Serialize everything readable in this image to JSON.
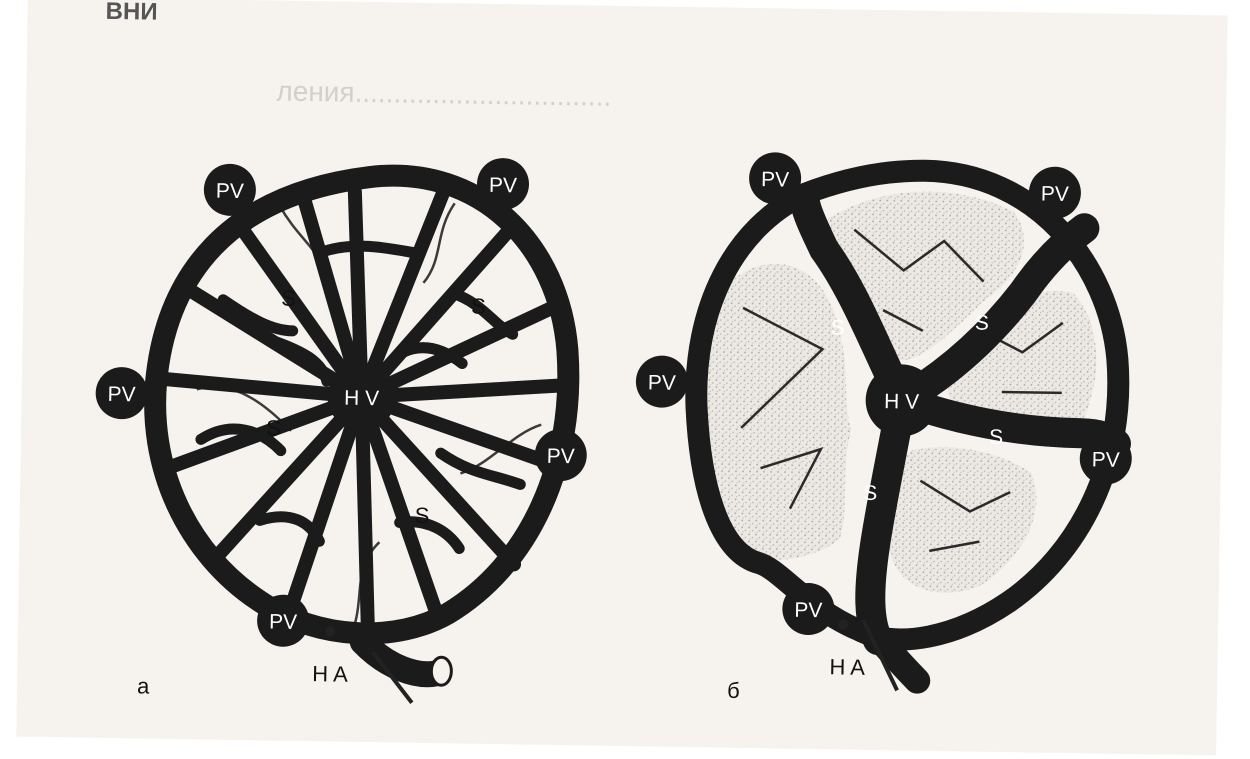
{
  "figure": {
    "left_panel": {
      "caption": "а",
      "center_label": "H V",
      "sinusoid_labels": [
        "S",
        "S",
        "S",
        "S"
      ],
      "portal_vein_labels": [
        "PV",
        "PV",
        "PV",
        "PV",
        "PV"
      ],
      "artery_label": "H A"
    },
    "right_panel": {
      "caption": "б",
      "center_label": "H V",
      "sinusoid_labels": [
        "S",
        "S",
        "S",
        "S"
      ],
      "portal_vein_labels": [
        "PV",
        "PV",
        "PV",
        "PV",
        "PV"
      ],
      "artery_label": "H A"
    }
  },
  "colors": {
    "vessel": "#1b1b1b",
    "paper": "#f6f3ee",
    "faded_text": "#d3d0cb",
    "stipple": "#bdbab5"
  }
}
